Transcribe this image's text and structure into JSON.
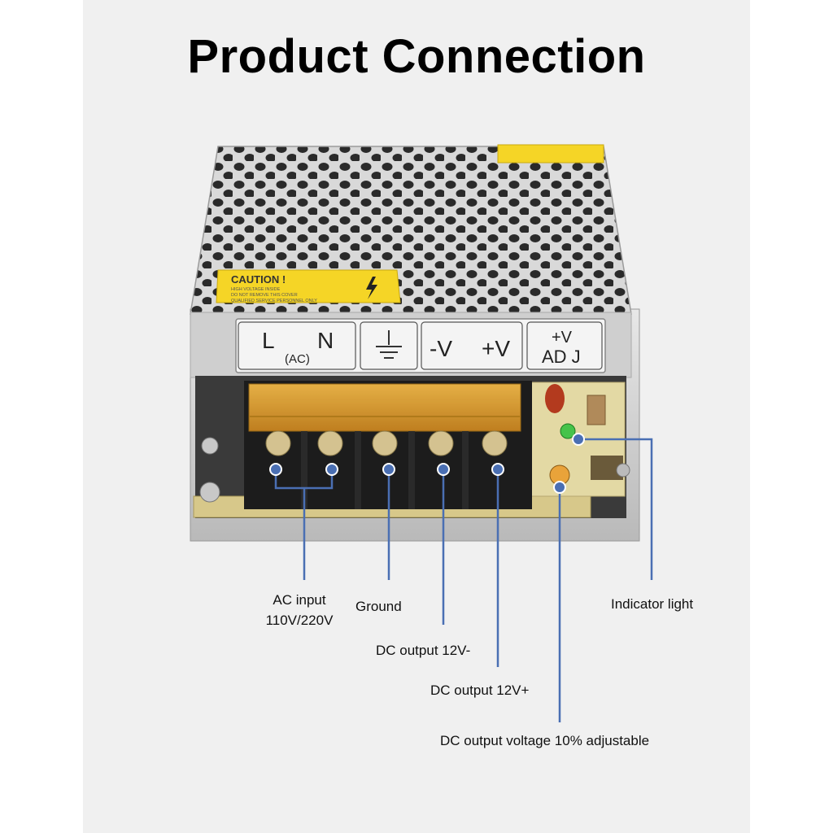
{
  "title": "Product Connection",
  "device": {
    "caution_title": "CAUTION !",
    "caution_lines": [
      "HIGH VOLTAGE INSIDE",
      "DO NOT REMOVE THIS COVER",
      "QUALIFIED SERVICE PERSONNEL ONLY"
    ],
    "plate": {
      "l": "L",
      "n": "N",
      "ac": "(AC)",
      "minus_v": "-V",
      "plus_v": "+V",
      "adj_top": "+V",
      "adj_bottom": "AD J"
    }
  },
  "callouts": {
    "ac_input_line1": "AC input",
    "ac_input_line2": "110V/220V",
    "ground": "Ground",
    "dc_minus": "DC output 12V-",
    "dc_plus": "DC output 12V+",
    "dc_adjust": "DC output voltage 10% adjustable",
    "indicator": "Indicator light"
  },
  "colors": {
    "leader": "#4a6fb3",
    "caution_yellow": "#f5d526",
    "terminal_cover": "#e0a030"
  }
}
